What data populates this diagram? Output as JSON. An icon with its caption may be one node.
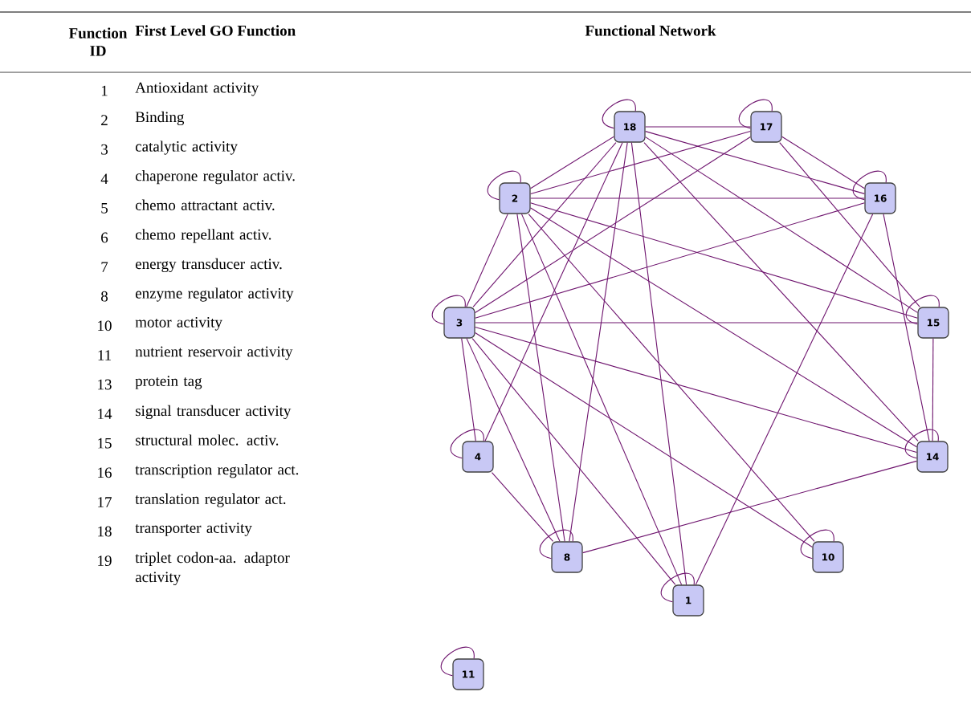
{
  "diagram": {
    "nodes": [
      {
        "text": [
          "18"
        ]
      },
      {
        "text": [
          "17"
        ]
      },
      {
        "text": [
          "2"
        ]
      },
      {
        "text": [
          "16"
        ]
      },
      {
        "text": [
          "3"
        ]
      },
      {
        "text": [
          "15"
        ]
      },
      {
        "text": [
          "4"
        ]
      },
      {
        "text": [
          "14"
        ]
      },
      {
        "text": [
          "8"
        ]
      },
      {
        "text": [
          "10"
        ]
      },
      {
        "text": [
          "1"
        ]
      },
      {
        "text": [
          "11"
        ]
      }
    ],
    "edges": [
      {
        "from": 0,
        "to": 0,
        "arrow": "none"
      },
      {
        "from": 1,
        "to": 1,
        "arrow": "none"
      },
      {
        "from": 2,
        "to": 2,
        "arrow": "none"
      },
      {
        "from": 3,
        "to": 3,
        "arrow": "none"
      },
      {
        "from": 4,
        "to": 4,
        "arrow": "none"
      },
      {
        "from": 5,
        "to": 5,
        "arrow": "none"
      },
      {
        "from": 6,
        "to": 6,
        "arrow": "none"
      },
      {
        "from": 7,
        "to": 7,
        "arrow": "none"
      },
      {
        "from": 8,
        "to": 8,
        "arrow": "none"
      },
      {
        "from": 9,
        "to": 9,
        "arrow": "none"
      },
      {
        "from": 10,
        "to": 10,
        "arrow": "none"
      },
      {
        "from": 11,
        "to": 11,
        "arrow": "none"
      },
      {
        "from": 0,
        "to": 1,
        "arrow": "none"
      },
      {
        "from": 0,
        "to": 2,
        "arrow": "none"
      },
      {
        "from": 0,
        "to": 3,
        "arrow": "none"
      },
      {
        "from": 0,
        "to": 4,
        "arrow": "none"
      },
      {
        "from": 0,
        "to": 5,
        "arrow": "none"
      },
      {
        "from": 0,
        "to": 6,
        "arrow": "none"
      },
      {
        "from": 0,
        "to": 7,
        "arrow": "none"
      },
      {
        "from": 0,
        "to": 8,
        "arrow": "none"
      },
      {
        "from": 0,
        "to": 10,
        "arrow": "none"
      },
      {
        "from": 1,
        "to": 2,
        "arrow": "none"
      },
      {
        "from": 1,
        "to": 3,
        "arrow": "none"
      },
      {
        "from": 1,
        "to": 4,
        "arrow": "none"
      },
      {
        "from": 1,
        "to": 5,
        "arrow": "none"
      },
      {
        "from": 2,
        "to": 3,
        "arrow": "none"
      },
      {
        "from": 2,
        "to": 4,
        "arrow": "none"
      },
      {
        "from": 2,
        "to": 5,
        "arrow": "none"
      },
      {
        "from": 2,
        "to": 7,
        "arrow": "none"
      },
      {
        "from": 2,
        "to": 8,
        "arrow": "none"
      },
      {
        "from": 2,
        "to": 9,
        "arrow": "none"
      },
      {
        "from": 2,
        "to": 10,
        "arrow": "none"
      },
      {
        "from": 3,
        "to": 4,
        "arrow": "none"
      },
      {
        "from": 3,
        "to": 7,
        "arrow": "none"
      },
      {
        "from": 3,
        "to": 10,
        "arrow": "none"
      },
      {
        "from": 4,
        "to": 5,
        "arrow": "none"
      },
      {
        "from": 4,
        "to": 6,
        "arrow": "none"
      },
      {
        "from": 4,
        "to": 7,
        "arrow": "none"
      },
      {
        "from": 4,
        "to": 8,
        "arrow": "none"
      },
      {
        "from": 4,
        "to": 9,
        "arrow": "none"
      },
      {
        "from": 4,
        "to": 10,
        "arrow": "none"
      },
      {
        "from": 5,
        "to": 7,
        "arrow": "none"
      },
      {
        "from": 6,
        "to": 8,
        "arrow": "none"
      },
      {
        "from": 7,
        "to": 8,
        "arrow": "none"
      }
    ],
    "labels": [
      "Function ID",
      "First Level GO Function",
      "Functional Network",
      "1",
      "Antioxidant activity",
      "2",
      "Binding",
      "3",
      "catalytic activity",
      "4",
      "chaperone regulator activ.",
      "5",
      "chemo attractant activ.",
      "6",
      "chemo repellant activ.",
      "7",
      "energy transducer activ.",
      "8",
      "enzyme regulator activity",
      "10",
      "motor activity",
      "11",
      "nutrient reservoir activity",
      "13",
      "protein tag",
      "14",
      "signal transducer activity",
      "15",
      "structural molec. activ.",
      "16",
      "transcription regulator act.",
      "17",
      "translation regulator act.",
      "18",
      "transporter activity",
      "19",
      "triplet codon-aa. adaptor activity"
    ]
  }
}
